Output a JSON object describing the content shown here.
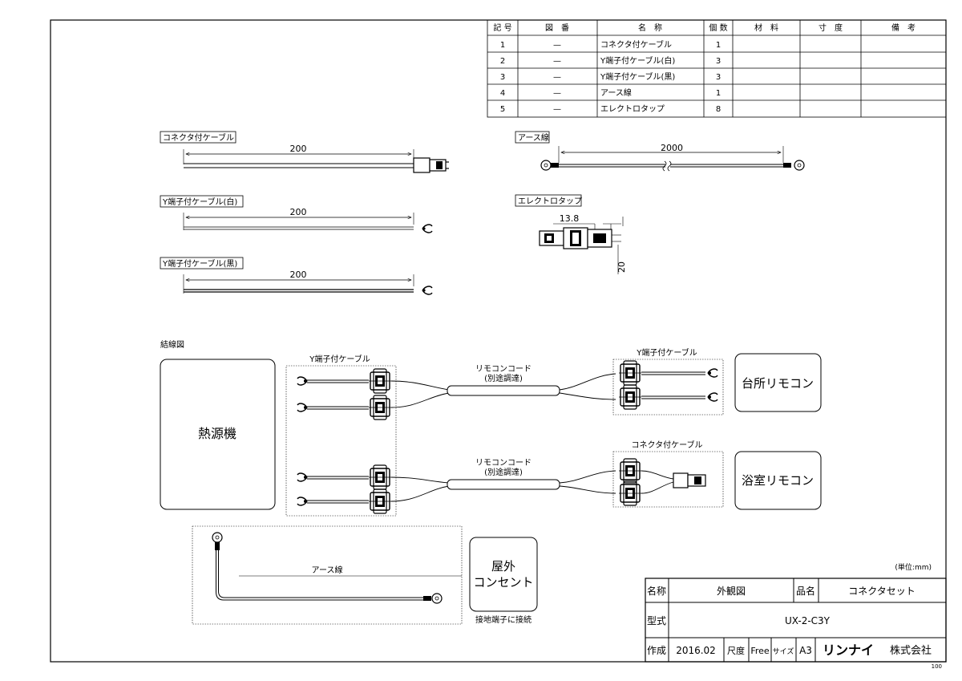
{
  "parts_table": {
    "headers": [
      "記 号",
      "図　番",
      "名　称",
      "個 数",
      "材　料",
      "寸　度",
      "備　考"
    ],
    "rows": [
      {
        "no": "1",
        "drawing": "—",
        "name": "コネクタ付ケーブル",
        "qty": "1"
      },
      {
        "no": "2",
        "drawing": "—",
        "name": "Y端子付ケーブル(白)",
        "qty": "3"
      },
      {
        "no": "3",
        "drawing": "—",
        "name": "Y端子付ケーブル(黒)",
        "qty": "3"
      },
      {
        "no": "4",
        "drawing": "—",
        "name": "アース線",
        "qty": "1"
      },
      {
        "no": "5",
        "drawing": "—",
        "name": "エレクトロタップ",
        "qty": "8"
      }
    ]
  },
  "parts": {
    "connector_cable": {
      "label": "コネクタ付ケーブル",
      "dim": "200"
    },
    "y_white": {
      "label": "Y端子付ケーブル(白)",
      "dim": "200"
    },
    "y_black": {
      "label": "Y端子付ケーブル(黒)",
      "dim": "200"
    },
    "earth": {
      "label": "アース線",
      "dim": "2000"
    },
    "electrotap": {
      "label": "エレクトロタップ",
      "dim_w": "13.8",
      "dim_h": "20"
    }
  },
  "wiring": {
    "title": "結線図",
    "heat_source": "熱源機",
    "y_cable_left": "Y端子付ケーブル",
    "y_cable_right": "Y端子付ケーブル",
    "connector_cable": "コネクタ付ケーブル",
    "remote_cord": "リモコンコード",
    "remote_cord_note": "(別途調達)",
    "kitchen_remote": "台所リモコン",
    "bath_remote": "浴室リモコン",
    "earth_wire": "アース線",
    "outlet_line1": "屋外",
    "outlet_line2": "コンセント",
    "ground_note": "接地端子に接続"
  },
  "title_block": {
    "unit": "(単位:mm)",
    "name_label": "名称",
    "name_value": "外観図",
    "product_label": "品名",
    "product_value": "コネクタセット",
    "model_label": "型式",
    "model_value": "UX-2-C3Y",
    "made_label": "作成",
    "made_value": "2016.02",
    "scale_label": "尺度",
    "scale_value": "Free",
    "size_label": "サイズ",
    "size_value": "A3",
    "company_logo": "リンナイ",
    "company_suffix": "株式会社"
  },
  "sheet_code": "100"
}
